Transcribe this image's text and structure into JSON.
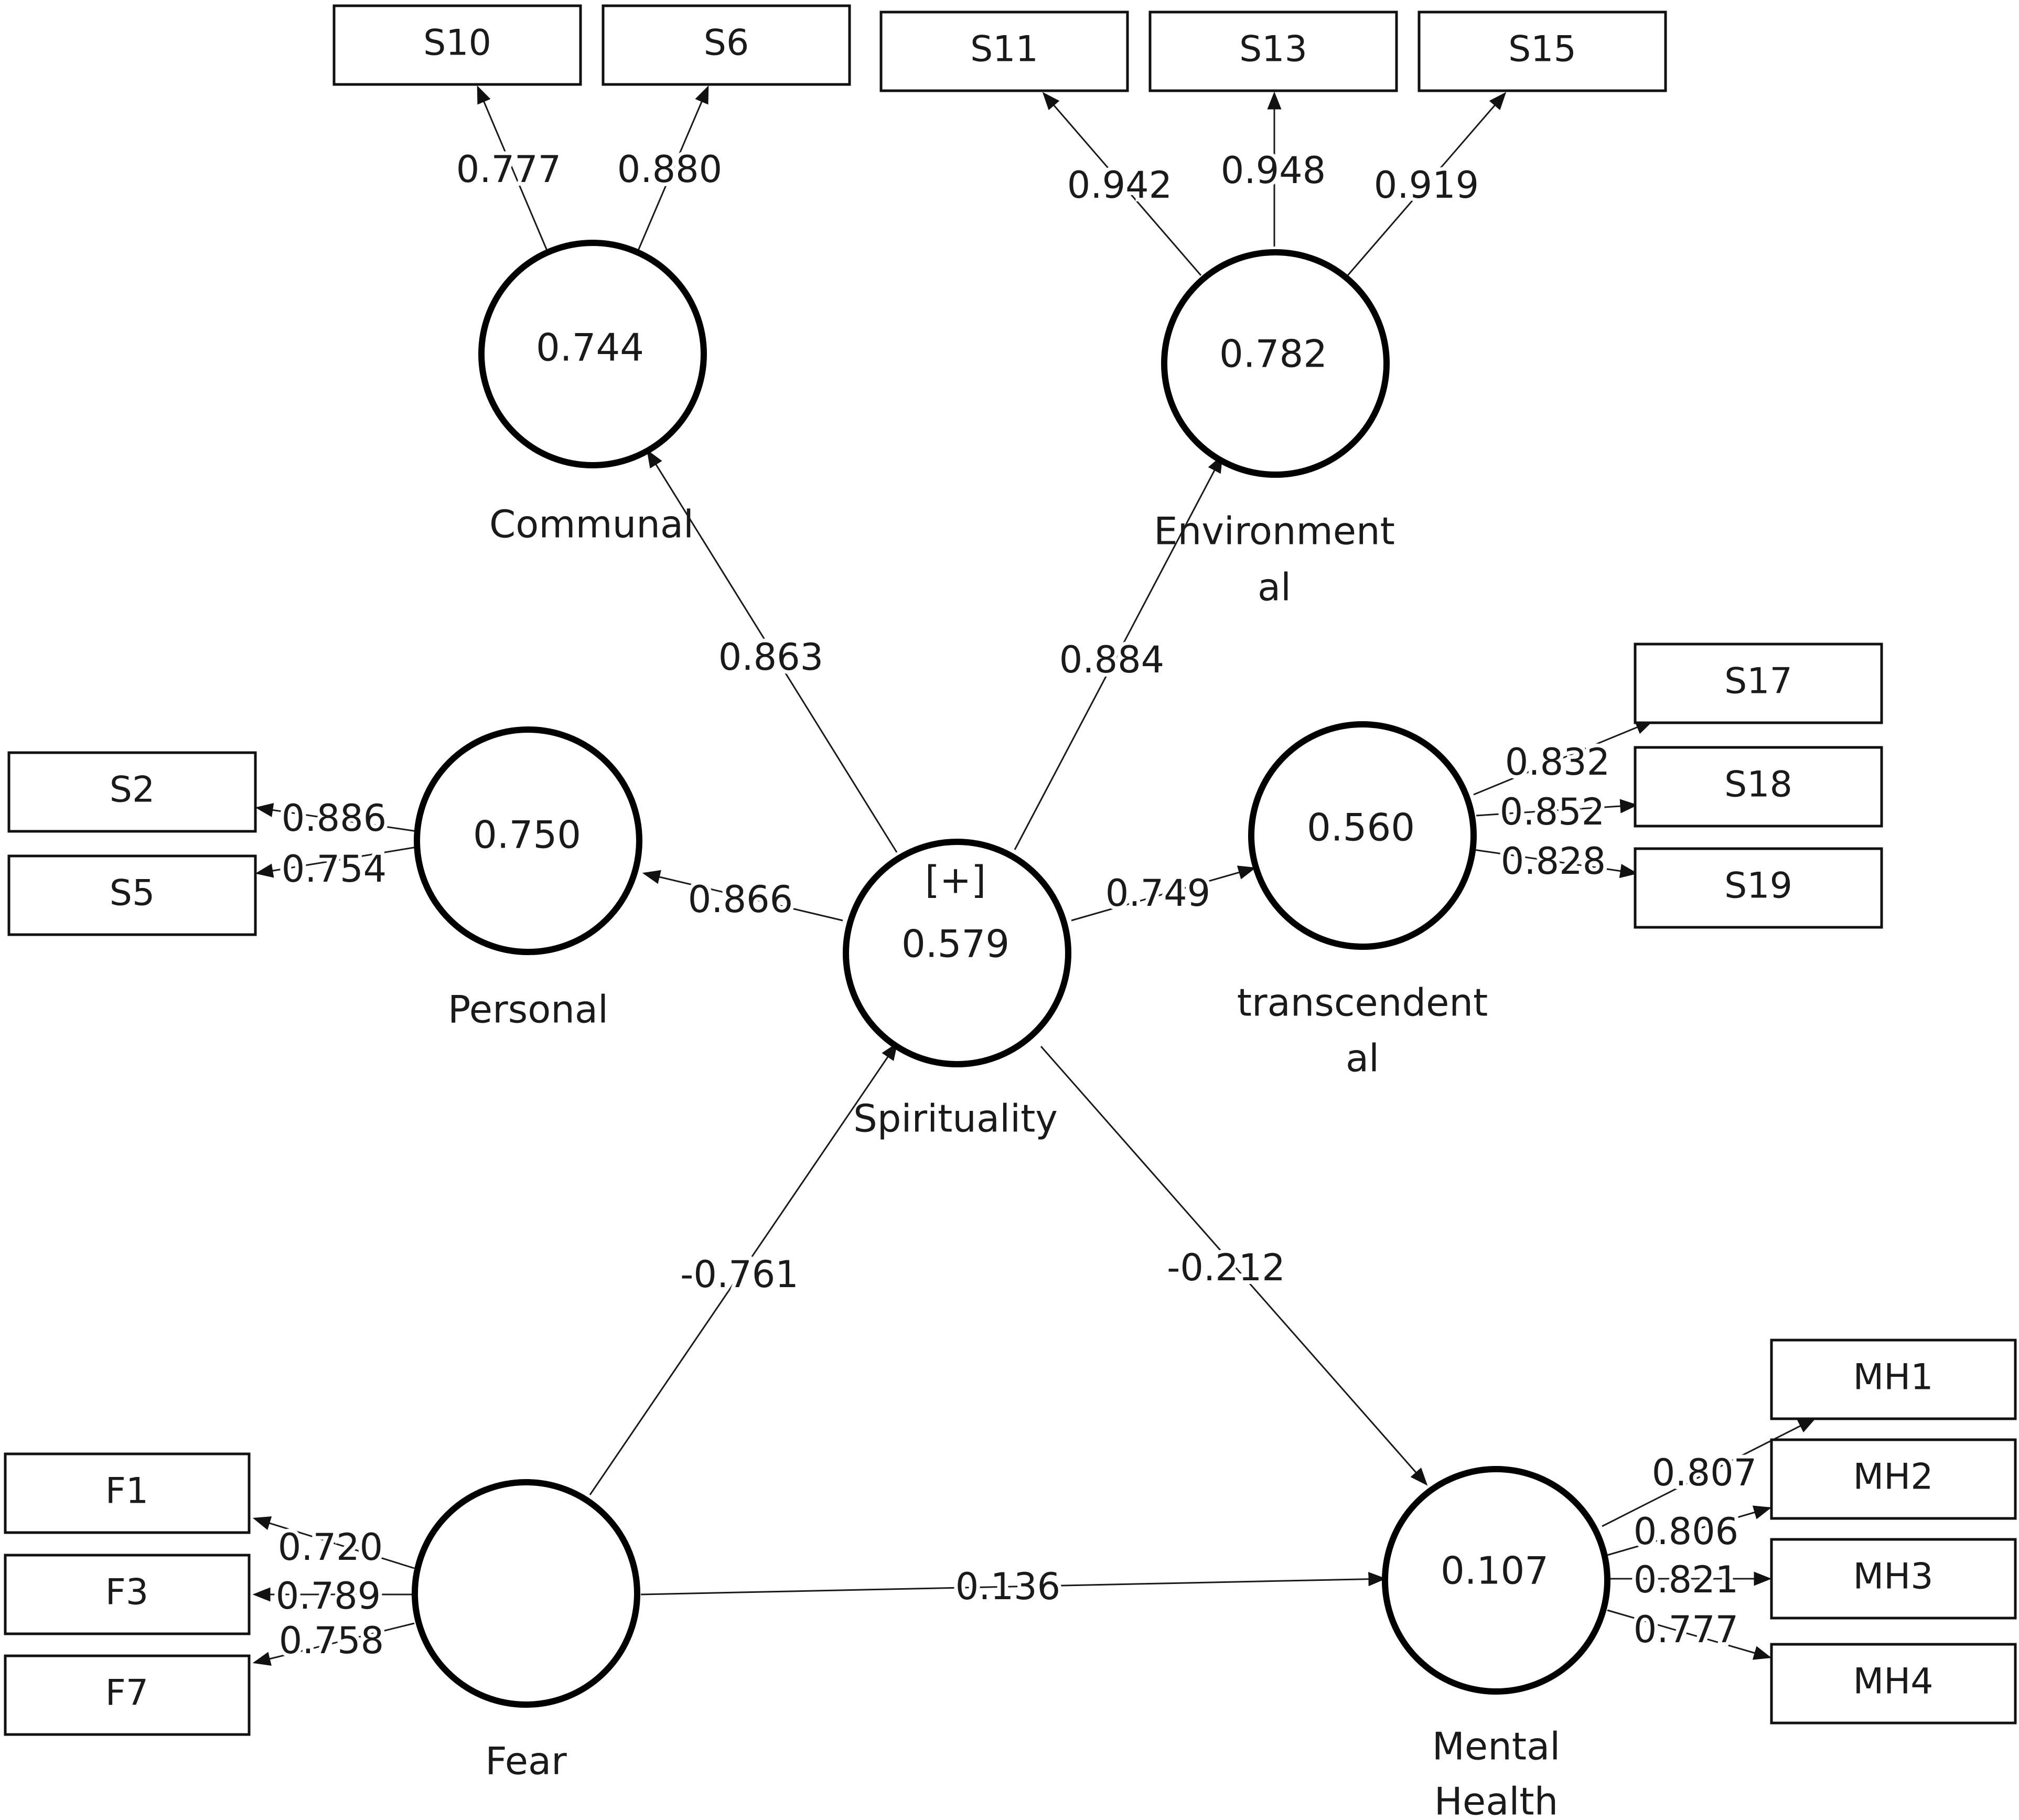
{
  "colors": {
    "stroke": "#000000",
    "text": "#1a1a1a",
    "background": "#ffffff"
  },
  "constructs": {
    "communal": {
      "name": "Communal",
      "value": "0.744"
    },
    "environmental": {
      "name_line1": "Environment",
      "name_line2": "al",
      "value": "0.782"
    },
    "personal": {
      "name": "Personal",
      "value": "0.750"
    },
    "spirituality": {
      "name": "Spirituality",
      "marker": "[+]",
      "value": "0.579"
    },
    "transcendental": {
      "name_line1": "transcendent",
      "name_line2": "al",
      "value": "0.560"
    },
    "fear": {
      "name": "Fear",
      "value": ""
    },
    "mental_health": {
      "name_line1": "Mental",
      "name_line2": "Health",
      "value": "0.107"
    }
  },
  "indicators": {
    "S10": "S10",
    "S6": "S6",
    "S11": "S11",
    "S13": "S13",
    "S15": "S15",
    "S2": "S2",
    "S5": "S5",
    "S17": "S17",
    "S18": "S18",
    "S19": "S19",
    "F1": "F1",
    "F3": "F3",
    "F7": "F7",
    "MH1": "MH1",
    "MH2": "MH2",
    "MH3": "MH3",
    "MH4": "MH4"
  },
  "loadings": {
    "S10": "0.777",
    "S6": "0.880",
    "S11": "0.942",
    "S13": "0.948",
    "S15": "0.919",
    "S2": "0.886",
    "S5": "0.754",
    "S17": "0.832",
    "S18": "0.852",
    "S19": "0.828",
    "F1": "0.720",
    "F3": "0.789",
    "F7": "0.758",
    "MH1": "0.807",
    "MH2": "0.806",
    "MH3": "0.821",
    "MH4": "0.777"
  },
  "paths": {
    "spirituality_communal": "0.863",
    "spirituality_environmental": "0.884",
    "spirituality_personal": "0.866",
    "spirituality_transcendental": "0.749",
    "fear_spirituality": "-0.761",
    "spirituality_mental_health": "-0.212",
    "fear_mental_health": "0.136"
  }
}
